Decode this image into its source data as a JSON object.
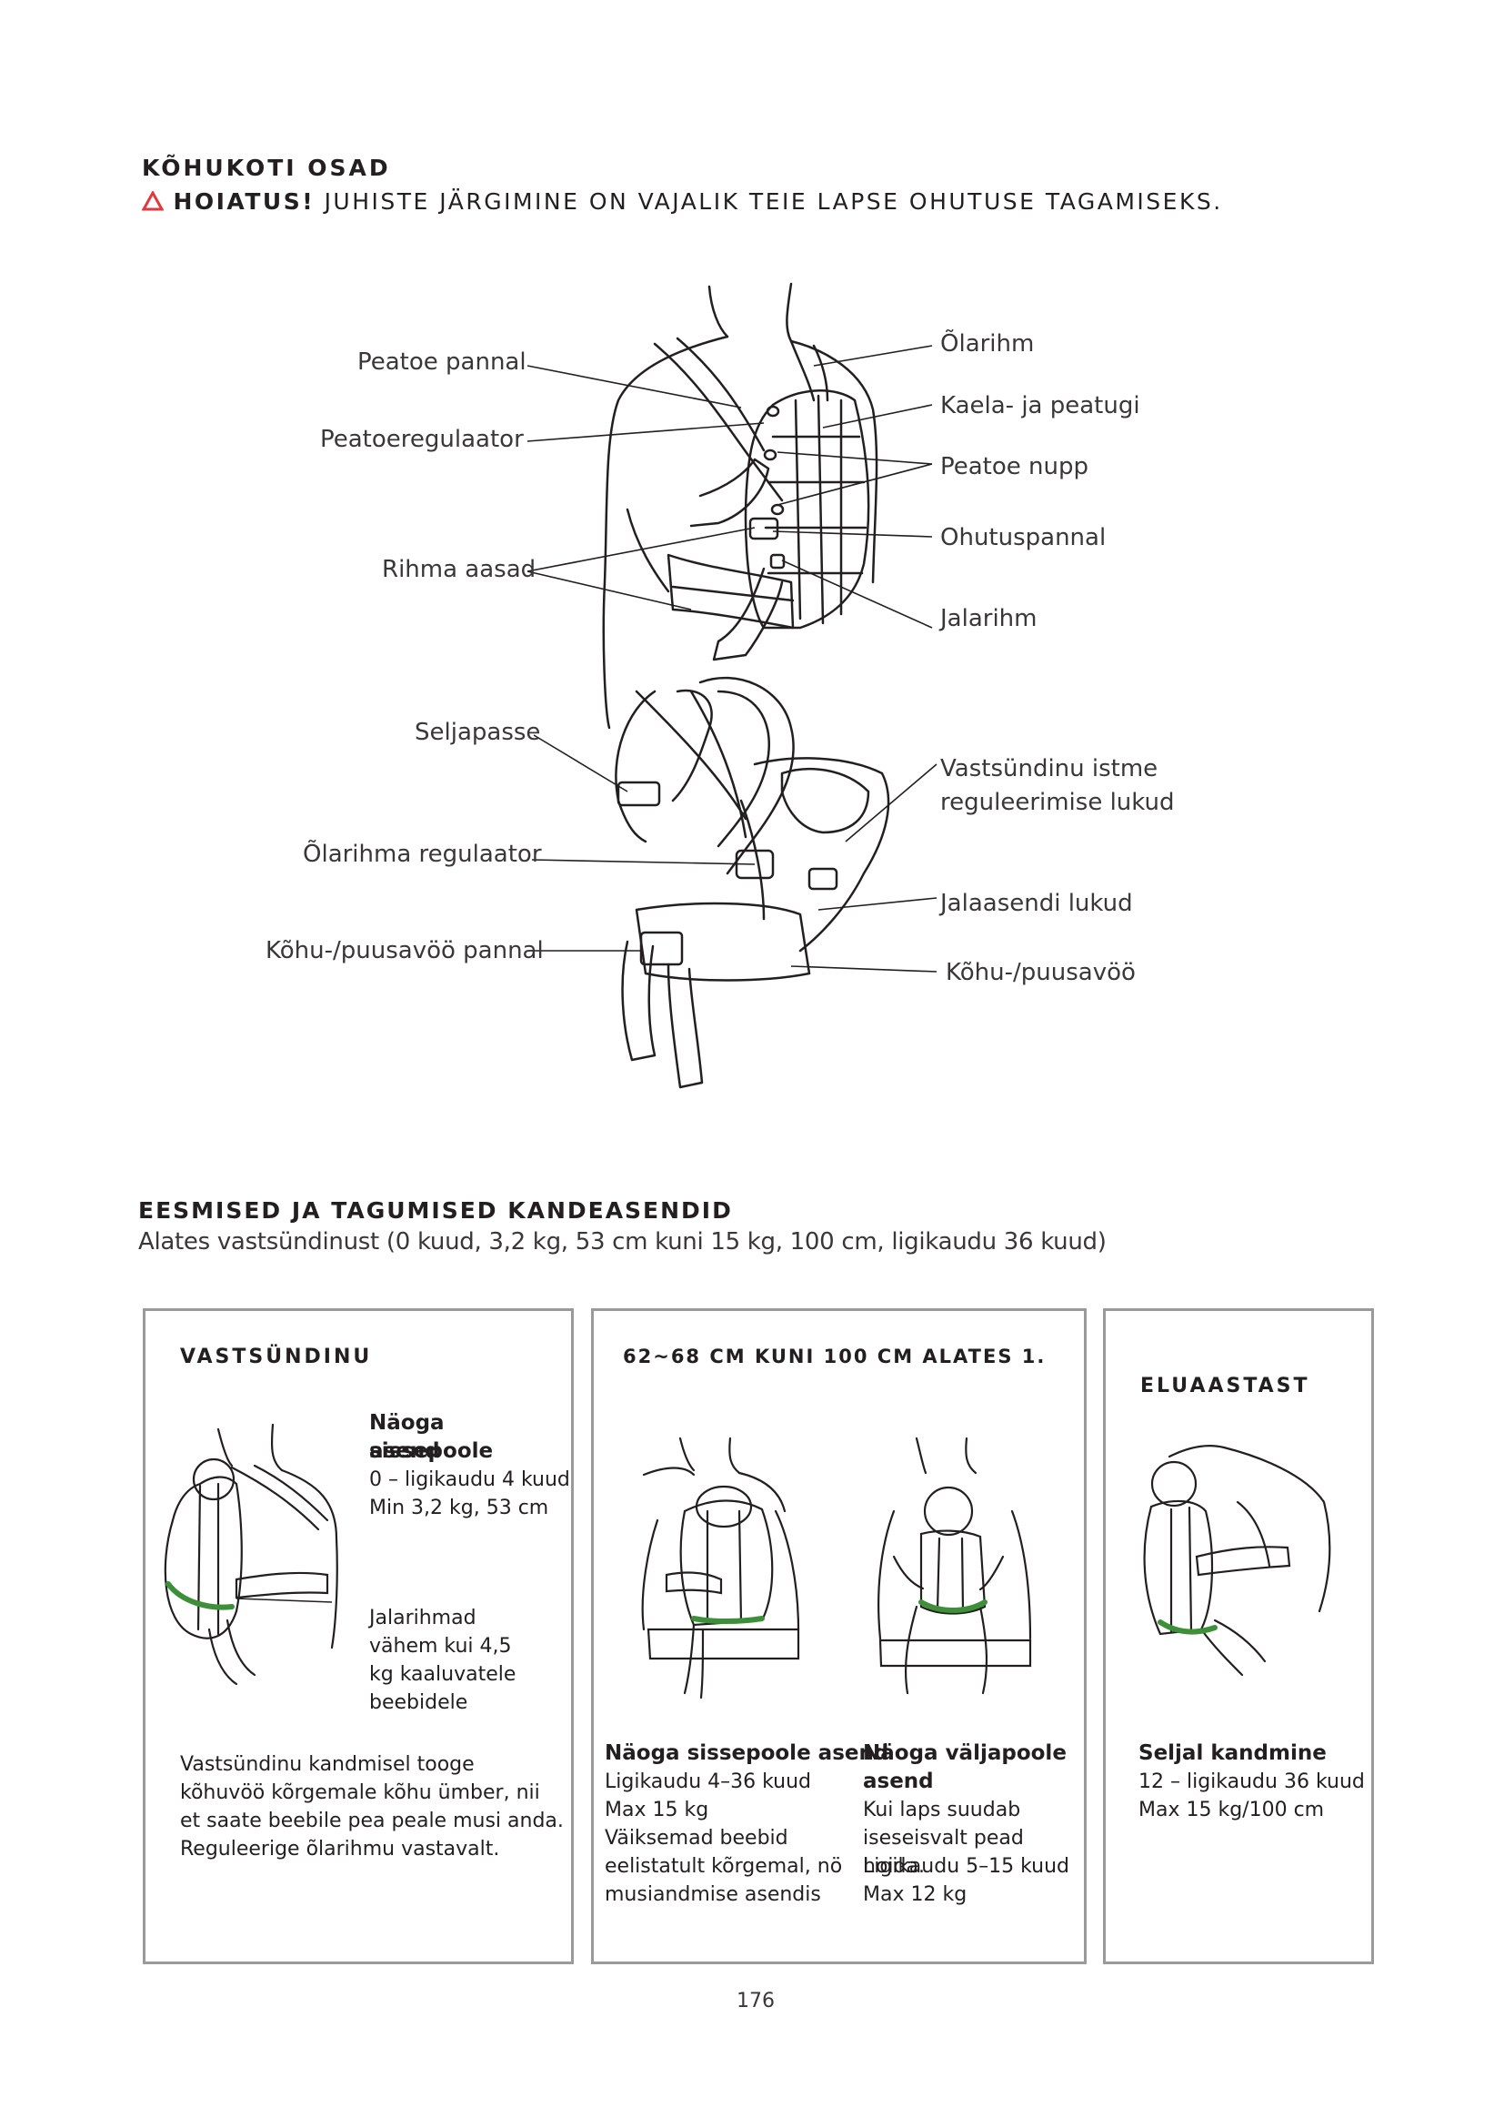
{
  "header": {
    "title": "KÕHUKOTI OSAD",
    "warning_label": "HOIATUS!",
    "warning_text": "JUHISTE JÄRGIMINE ON VAJALIK TEIE LAPSE OHUTUSE TAGAMISEKS."
  },
  "parts_front": {
    "left": [
      "Peatoe pannal",
      "Peatoeregulaator",
      "Rihma aasad"
    ],
    "right": [
      "Õlarihm",
      "Kaela- ja peatugi",
      "Peatoe nupp",
      "Ohutuspannal",
      "Jalarihm"
    ]
  },
  "parts_back": {
    "left": [
      "Seljapasse",
      "Õlarihma regulaator",
      "Kõhu-/puusavöö pannal"
    ],
    "right_line1": "Vastsündinu istme",
    "right_line2": "reguleerimise lukud",
    "right": [
      "Jalaasendi lukud",
      "Kõhu-/puusavöö"
    ]
  },
  "section2": {
    "title": "EESMISED JA TAGUMISED KANDEASENDID",
    "subtitle": "Alates vastsündinust (0 kuud, 3,2 kg, 53 cm kuni 15 kg, 100 cm, ligikaudu 36 kuud)"
  },
  "box1": {
    "heading": "VASTSÜNDINU",
    "pos_title_1": "Näoga sissepoole",
    "pos_title_2": "asend",
    "pos_line1": "0 – ligikaudu 4 kuud",
    "pos_line2": "Min 3,2 kg, 53 cm",
    "leg_line1": "Jalarihmad",
    "leg_line2": "vähem kui 4,5",
    "leg_line3": "kg kaaluvatele",
    "leg_line4": "beebidele",
    "text_line1": "Vastsündinu kandmisel tooge",
    "text_line2": "kõhuvöö kõrgemale kõhu ümber, nii",
    "text_line3": "et saate beebile pea peale musi anda.",
    "text_line4": "Reguleerige õlarihmu vastavalt."
  },
  "box2": {
    "heading": "62~68 CM KUNI 100 CM  ALATES 1.",
    "col1_title": "Näoga sissepoole asend",
    "col1_line1": "Ligikaudu 4–36 kuud",
    "col1_line2": "Max 15 kg",
    "col1_line3": "Väiksemad beebid",
    "col1_line4": "eelistatult kõrgemal, nö",
    "col1_line5": "musiandmise asendis",
    "col2_title1": "Näoga väljapoole",
    "col2_title2": "asend",
    "col2_line1": "Kui laps suudab",
    "col2_line2": "iseseisvalt pead hoida.",
    "col2_line3": "Ligikaudu 5–15 kuud",
    "col2_line4": "Max 12 kg"
  },
  "box3": {
    "heading": "ELUAASTAST",
    "title": "Seljal kandmine",
    "line1": "12 – ligikaudu 36 kuud",
    "line2": "Max 15 kg/100 cm"
  },
  "page_number": "176",
  "colors": {
    "warning_red": "#e03a3e",
    "highlight_green": "#3d8f3a",
    "border": "#9a9a9a"
  }
}
